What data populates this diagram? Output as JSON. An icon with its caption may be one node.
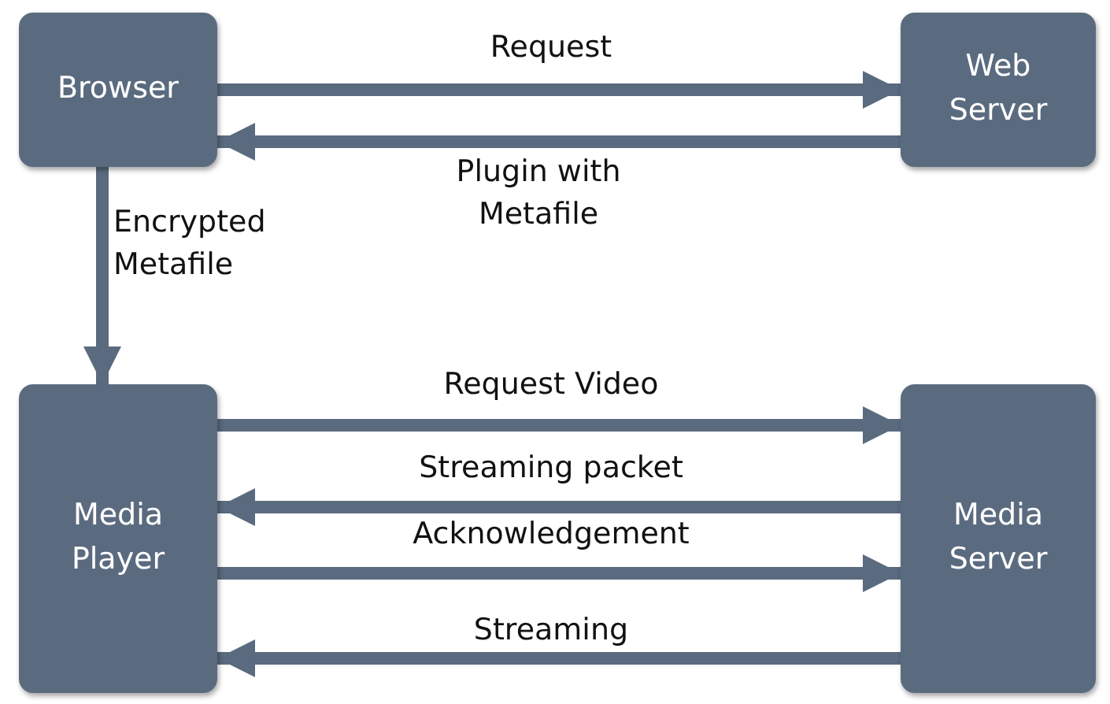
{
  "diagram": {
    "nodes": [
      {
        "text": [
          "Browser"
        ]
      },
      {
        "text": [
          "Web Server"
        ]
      },
      {
        "text": [
          "Media Player"
        ]
      },
      {
        "text": [
          "Media Server"
        ]
      }
    ],
    "edges": [
      {
        "from": 0,
        "to": 1,
        "arrow": "to",
        "label": "Request"
      },
      {
        "from": 1,
        "to": 0,
        "arrow": "to",
        "label": "Plugin with Metafile"
      },
      {
        "from": 0,
        "to": 2,
        "arrow": "to",
        "label": "Encrypted Metafile"
      },
      {
        "from": 2,
        "to": 3,
        "arrow": "to",
        "label": "Request Video"
      },
      {
        "from": 3,
        "to": 2,
        "arrow": "to",
        "label": "Streaming packet"
      },
      {
        "from": 2,
        "to": 3,
        "arrow": "to",
        "label": "Acknowledgement"
      },
      {
        "from": 3,
        "to": 2,
        "arrow": "to",
        "label": "Streaming"
      }
    ]
  }
}
